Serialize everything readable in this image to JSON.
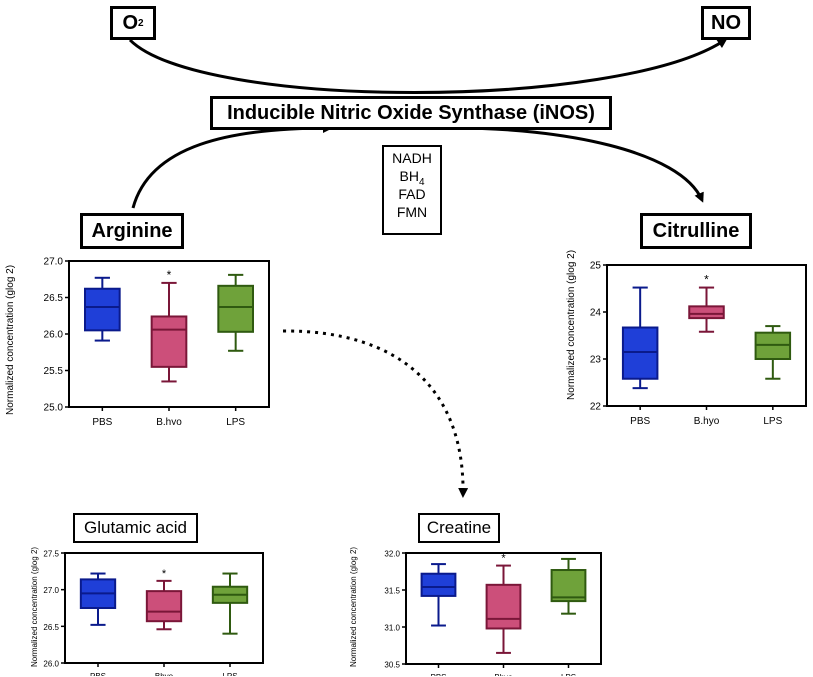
{
  "pathway": {
    "o2": "O",
    "o2_sub": "2",
    "no": "NO",
    "enzyme": "Inducible Nitric Oxide Synthase (iNOS)",
    "arginine": "Arginine",
    "citrulline": "Citrulline",
    "cofactors": [
      "NADH",
      "BH",
      "FAD",
      "FMN"
    ],
    "bh_sub": "4"
  },
  "chart_data": [
    {
      "type": "box",
      "title": "Arginine",
      "ylabel": "Normalized concentration (glog 2)",
      "categories": [
        "PBS",
        "B.hyo",
        "LPS"
      ],
      "ylim": [
        25.0,
        27.0
      ],
      "yticks": [
        "25.0",
        "25.5",
        "26.0",
        "26.5",
        "27.0"
      ],
      "boxes": [
        {
          "min": 25.91,
          "q1": 26.05,
          "median": 26.37,
          "q3": 26.62,
          "max": 26.77
        },
        {
          "min": 25.35,
          "q1": 25.55,
          "median": 26.06,
          "q3": 26.24,
          "max": 26.7
        },
        {
          "min": 25.77,
          "q1": 26.03,
          "median": 26.37,
          "q3": 26.66,
          "max": 26.81
        }
      ],
      "significance": [
        "",
        "*",
        ""
      ]
    },
    {
      "type": "box",
      "title": "Citrulline",
      "ylabel": "Normalized concentration (glog 2)",
      "categories": [
        "PBS",
        "B.hyo",
        "LPS"
      ],
      "ylim": [
        22,
        25
      ],
      "yticks": [
        "22",
        "23",
        "24",
        "25"
      ],
      "boxes": [
        {
          "min": 22.38,
          "q1": 22.58,
          "median": 23.15,
          "q3": 23.67,
          "max": 24.52
        },
        {
          "min": 23.58,
          "q1": 23.87,
          "median": 23.96,
          "q3": 24.12,
          "max": 24.52
        },
        {
          "min": 22.58,
          "q1": 23.0,
          "median": 23.3,
          "q3": 23.56,
          "max": 23.7
        }
      ],
      "significance": [
        "",
        "*",
        ""
      ]
    },
    {
      "type": "box",
      "title": "Glutamic acid",
      "ylabel": "Normalized concentration (glog 2)",
      "categories": [
        "PBS",
        "Bhyo",
        "LPS"
      ],
      "ylim": [
        26.0,
        27.5
      ],
      "yticks": [
        "26.0",
        "26.5",
        "27.0",
        "27.5"
      ],
      "boxes": [
        {
          "min": 26.52,
          "q1": 26.75,
          "median": 26.95,
          "q3": 27.14,
          "max": 27.22
        },
        {
          "min": 26.46,
          "q1": 26.57,
          "median": 26.7,
          "q3": 26.98,
          "max": 27.12
        },
        {
          "min": 26.4,
          "q1": 26.82,
          "median": 26.93,
          "q3": 27.04,
          "max": 27.22
        }
      ],
      "significance": [
        "",
        "*",
        ""
      ]
    },
    {
      "type": "box",
      "title": "Creatine",
      "ylabel": "Normalized concentration (glog 2)",
      "categories": [
        "PBS",
        "Bhyo",
        "LPS"
      ],
      "ylim": [
        30.5,
        32.0
      ],
      "yticks": [
        "30.5",
        "31.0",
        "31.5",
        "32.0"
      ],
      "boxes": [
        {
          "min": 31.02,
          "q1": 31.42,
          "median": 31.54,
          "q3": 31.72,
          "max": 31.85
        },
        {
          "min": 30.65,
          "q1": 30.98,
          "median": 31.11,
          "q3": 31.57,
          "max": 31.83
        },
        {
          "min": 31.18,
          "q1": 31.35,
          "median": 31.4,
          "q3": 31.77,
          "max": 31.92
        }
      ],
      "significance": [
        "",
        "*",
        ""
      ]
    }
  ],
  "colors": {
    "pbs_fill": "#1f3fd8",
    "pbs_stroke": "#0a1a8c",
    "bhyo_fill": "#cc4f7a",
    "bhyo_stroke": "#7a1638",
    "lps_fill": "#6fa23a",
    "lps_stroke": "#2f5a10"
  }
}
